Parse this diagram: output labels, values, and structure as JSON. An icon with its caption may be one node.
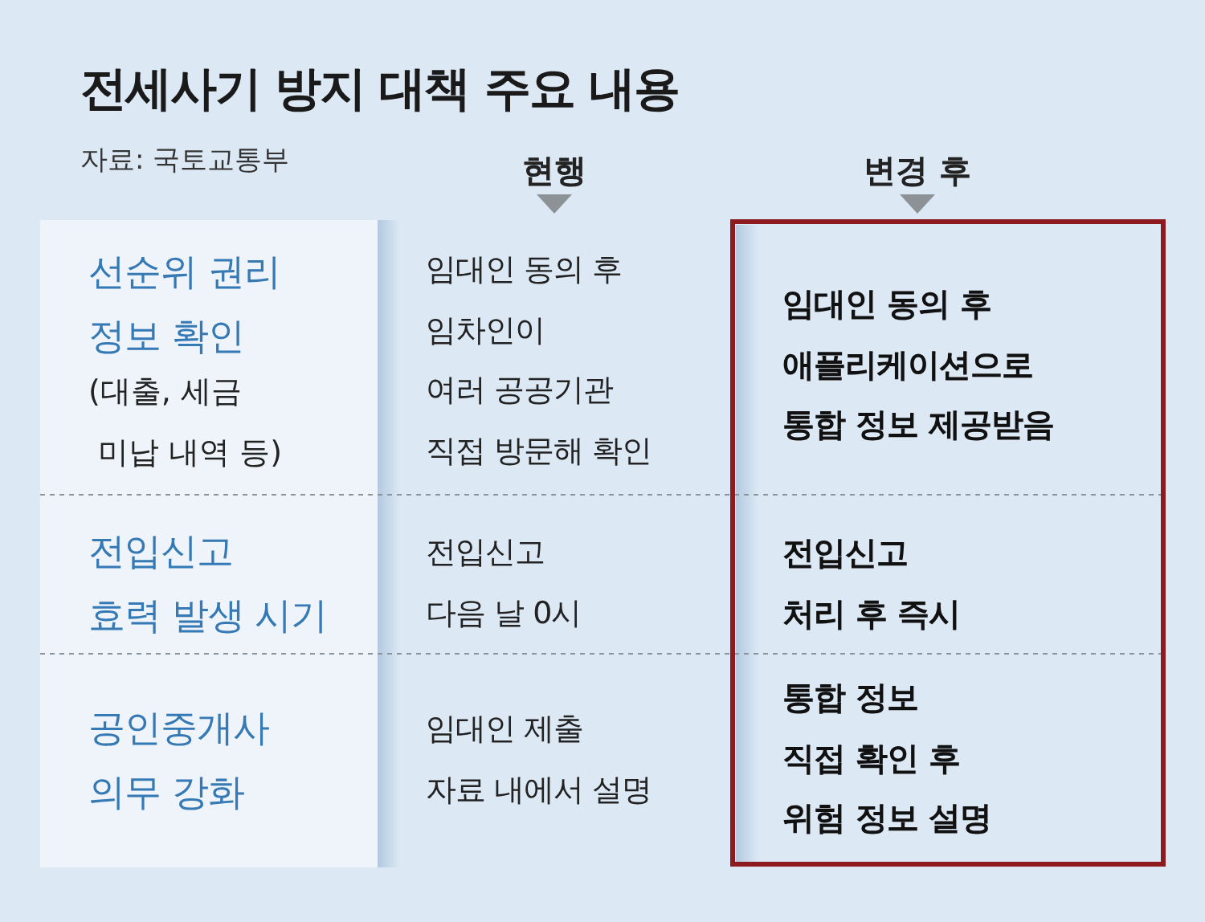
{
  "diagram": {
    "title": "전세사기 방지 대책 주요 내용",
    "labels": [
      "자료: 국토교통부",
      "현행",
      "변경 후",
      "선순위 권리 정보 확인",
      "(대출, 세금 미납 내역 등)",
      "임대인 동의 후 임차인이 여러 공공기관 직접 방문해 확인",
      "임대인 동의 후 애플리케이션으로 통합 정보 제공받음",
      "전입신고 효력 발생 시기",
      "전입신고 다음 날 0시",
      "전입신고 처리 후 즉시",
      "공인중개사 의무 강화",
      "임대인 제출 자료 내에서 설명",
      "통합 정보 직접 확인 후 위험 정보 설명"
    ]
  }
}
